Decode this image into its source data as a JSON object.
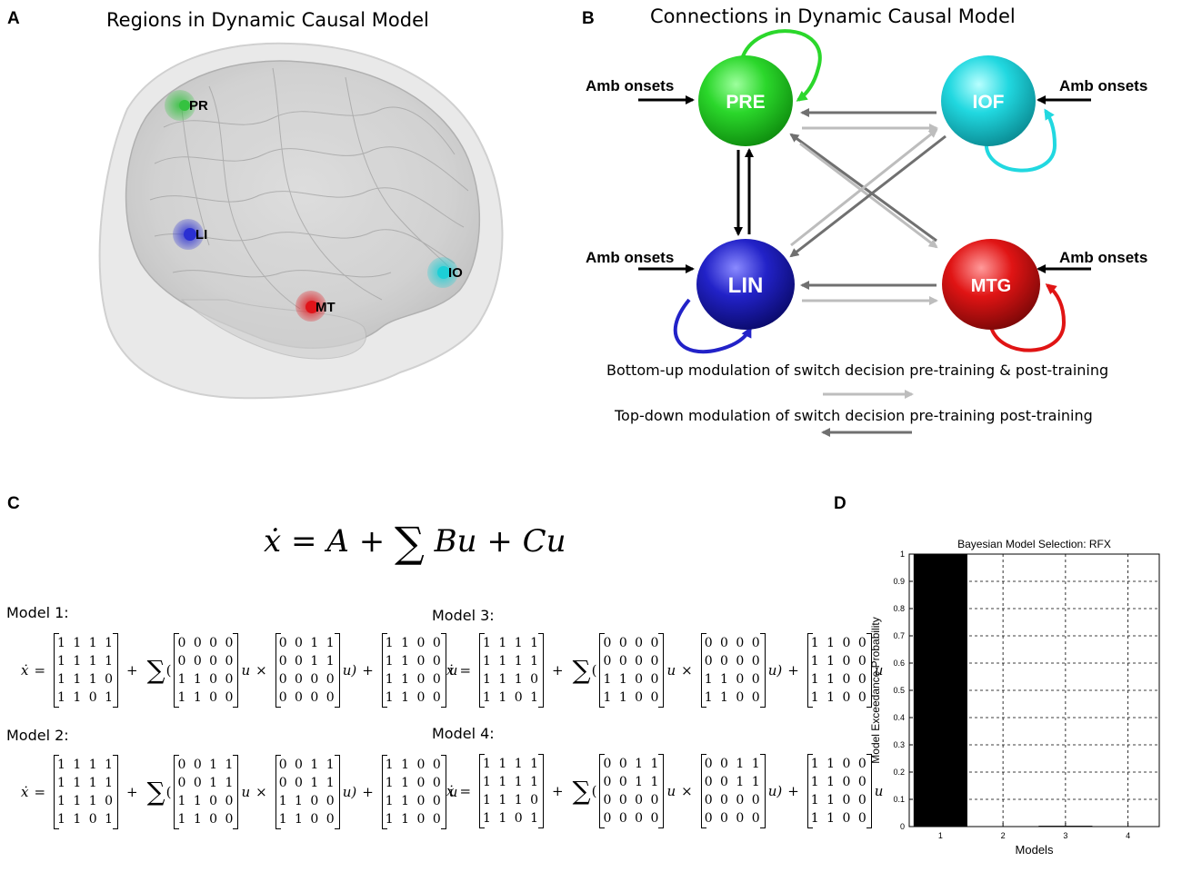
{
  "panels": {
    "a": {
      "letter": "A",
      "title": "Regions in Dynamic Causal Model"
    },
    "b": {
      "letter": "B",
      "title": "Connections in Dynamic Causal Model"
    },
    "c": {
      "letter": "C"
    },
    "d": {
      "letter": "D"
    }
  },
  "brain_regions": [
    {
      "label": "PR",
      "color": "#35c240"
    },
    {
      "label": "LI",
      "color": "#2a2fd2"
    },
    {
      "label": "MT",
      "color": "#e0141a"
    },
    {
      "label": "IO",
      "color": "#1ccfd6"
    }
  ],
  "dcm": {
    "nodes": [
      {
        "label": "PRE",
        "color": "#2bd72b"
      },
      {
        "label": "IOF",
        "color": "#21d8e0"
      },
      {
        "label": "LIN",
        "color": "#2222c8"
      },
      {
        "label": "MTG",
        "color": "#e01414"
      }
    ],
    "input_label": "Amb onsets",
    "legend": [
      {
        "text": "Bottom-up modulation of switch decision pre-training & post-training",
        "color": "#bdbdbd"
      },
      {
        "text": "Top-down modulation of switch decision pre-training post-training",
        "color": "#707070"
      }
    ]
  },
  "equations": {
    "main": {
      "lhs": "ẋ",
      "eq": "=",
      "A": "A",
      "plus1": "+",
      "sum": "∑",
      "Bu": "Bu",
      "plus2": "+",
      "Cu": "Cu"
    },
    "symbols": {
      "xdot": "ẋ",
      "eq": "=",
      "plus": "+",
      "sum": "∑",
      "open": "(",
      "u": "u",
      "times": "×",
      "close": "u)",
      "u_end": "u"
    },
    "models": [
      {
        "title": "Model 1:",
        "A": [
          "1 1 1 1",
          "1 1 1 1",
          "1 1 1 0",
          "1 1 0 1"
        ],
        "B1": [
          "0 0 0 0",
          "0 0 0 0",
          "1 1 0 0",
          "1 1 0 0"
        ],
        "B2": [
          "0 0 1 1",
          "0 0 1 1",
          "0 0 0 0",
          "0 0 0 0"
        ],
        "C": [
          "1 1 0 0",
          "1 1 0 0",
          "1 1 0 0",
          "1 1 0 0"
        ]
      },
      {
        "title": "Model 2:",
        "A": [
          "1 1 1 1",
          "1 1 1 1",
          "1 1 1 0",
          "1 1 0 1"
        ],
        "B1": [
          "0 0 1 1",
          "0 0 1 1",
          "1 1 0 0",
          "1 1 0 0"
        ],
        "B2": [
          "0 0 1 1",
          "0 0 1 1",
          "1 1 0 0",
          "1 1 0 0"
        ],
        "C": [
          "1 1 0 0",
          "1 1 0 0",
          "1 1 0 0",
          "1 1 0 0"
        ]
      },
      {
        "title": "Model 3:",
        "A": [
          "1 1 1 1",
          "1 1 1 1",
          "1 1 1 0",
          "1 1 0 1"
        ],
        "B1": [
          "0 0 0 0",
          "0 0 0 0",
          "1 1 0 0",
          "1 1 0 0"
        ],
        "B2": [
          "0 0 0 0",
          "0 0 0 0",
          "1 1 0 0",
          "1 1 0 0"
        ],
        "C": [
          "1 1 0 0",
          "1 1 0 0",
          "1 1 0 0",
          "1 1 0 0"
        ]
      },
      {
        "title": "Model 4:",
        "A": [
          "1 1 1 1",
          "1 1 1 1",
          "1 1 1 0",
          "1 1 0 1"
        ],
        "B1": [
          "0 0 1 1",
          "0 0 1 1",
          "0 0 0 0",
          "0 0 0 0"
        ],
        "B2": [
          "0 0 1 1",
          "0 0 1 1",
          "0 0 0 0",
          "0 0 0 0"
        ],
        "C": [
          "1 1 0 0",
          "1 1 0 0",
          "1 1 0 0",
          "1 1 0 0"
        ]
      }
    ]
  },
  "chart_data": {
    "type": "bar",
    "title": "Bayesian Model Selection: RFX",
    "xlabel": "Models",
    "ylabel": "Model Exceedance Probability",
    "categories": [
      "1",
      "2",
      "3",
      "4"
    ],
    "values": [
      1.0,
      0.0,
      0.003,
      0.0
    ],
    "ylim": [
      0,
      1
    ],
    "yticks": [
      "0",
      "0.1",
      "0.2",
      "0.3",
      "0.4",
      "0.5",
      "0.6",
      "0.7",
      "0.8",
      "0.9",
      "1"
    ],
    "grid": true,
    "bar_color": "#000000"
  }
}
